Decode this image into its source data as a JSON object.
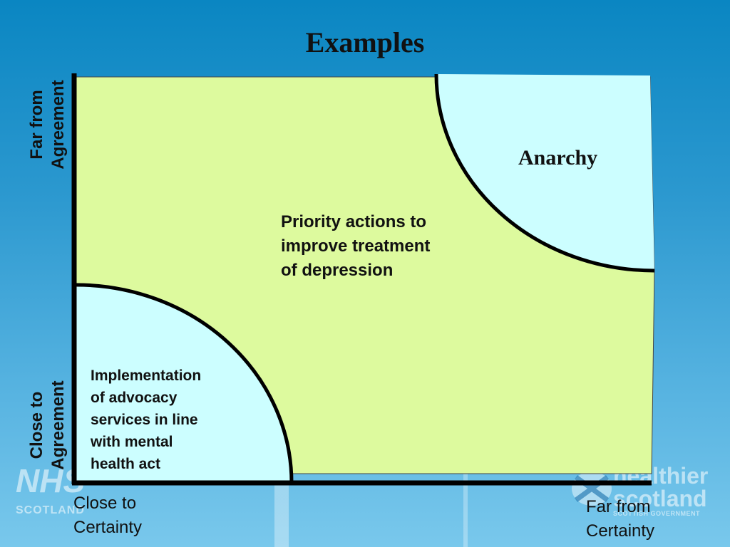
{
  "title": "Examples",
  "y_axis": {
    "top_line1": "Far from",
    "top_line2": "Agreement",
    "bottom_line1": "Close to",
    "bottom_line2": "Agreement"
  },
  "x_axis": {
    "left_line1": "Close to",
    "left_line2": "Certainty",
    "right_line1": "Far from",
    "right_line2": "Certainty"
  },
  "regions": {
    "anarchy": "Anarchy",
    "middle_line1": "Priority actions to",
    "middle_line2": "improve treatment",
    "middle_line3": "of depression",
    "lower_line1": "Implementation",
    "lower_line2": "of advocacy",
    "lower_line3": "services in line",
    "lower_line4": "with mental",
    "lower_line5": "health act"
  },
  "logos": {
    "nhs_mark": "NHS",
    "nhs_sub": "SCOTLAND",
    "hs_line1": "healthier",
    "hs_line2": "scotland",
    "hs_line3": "SCOTTISH GOVERNMENT"
  },
  "colors": {
    "zone_fill": "#ddfa9e",
    "corner_fill": "#ccfeff",
    "axis": "#000000",
    "background": "#1a8fc8"
  }
}
